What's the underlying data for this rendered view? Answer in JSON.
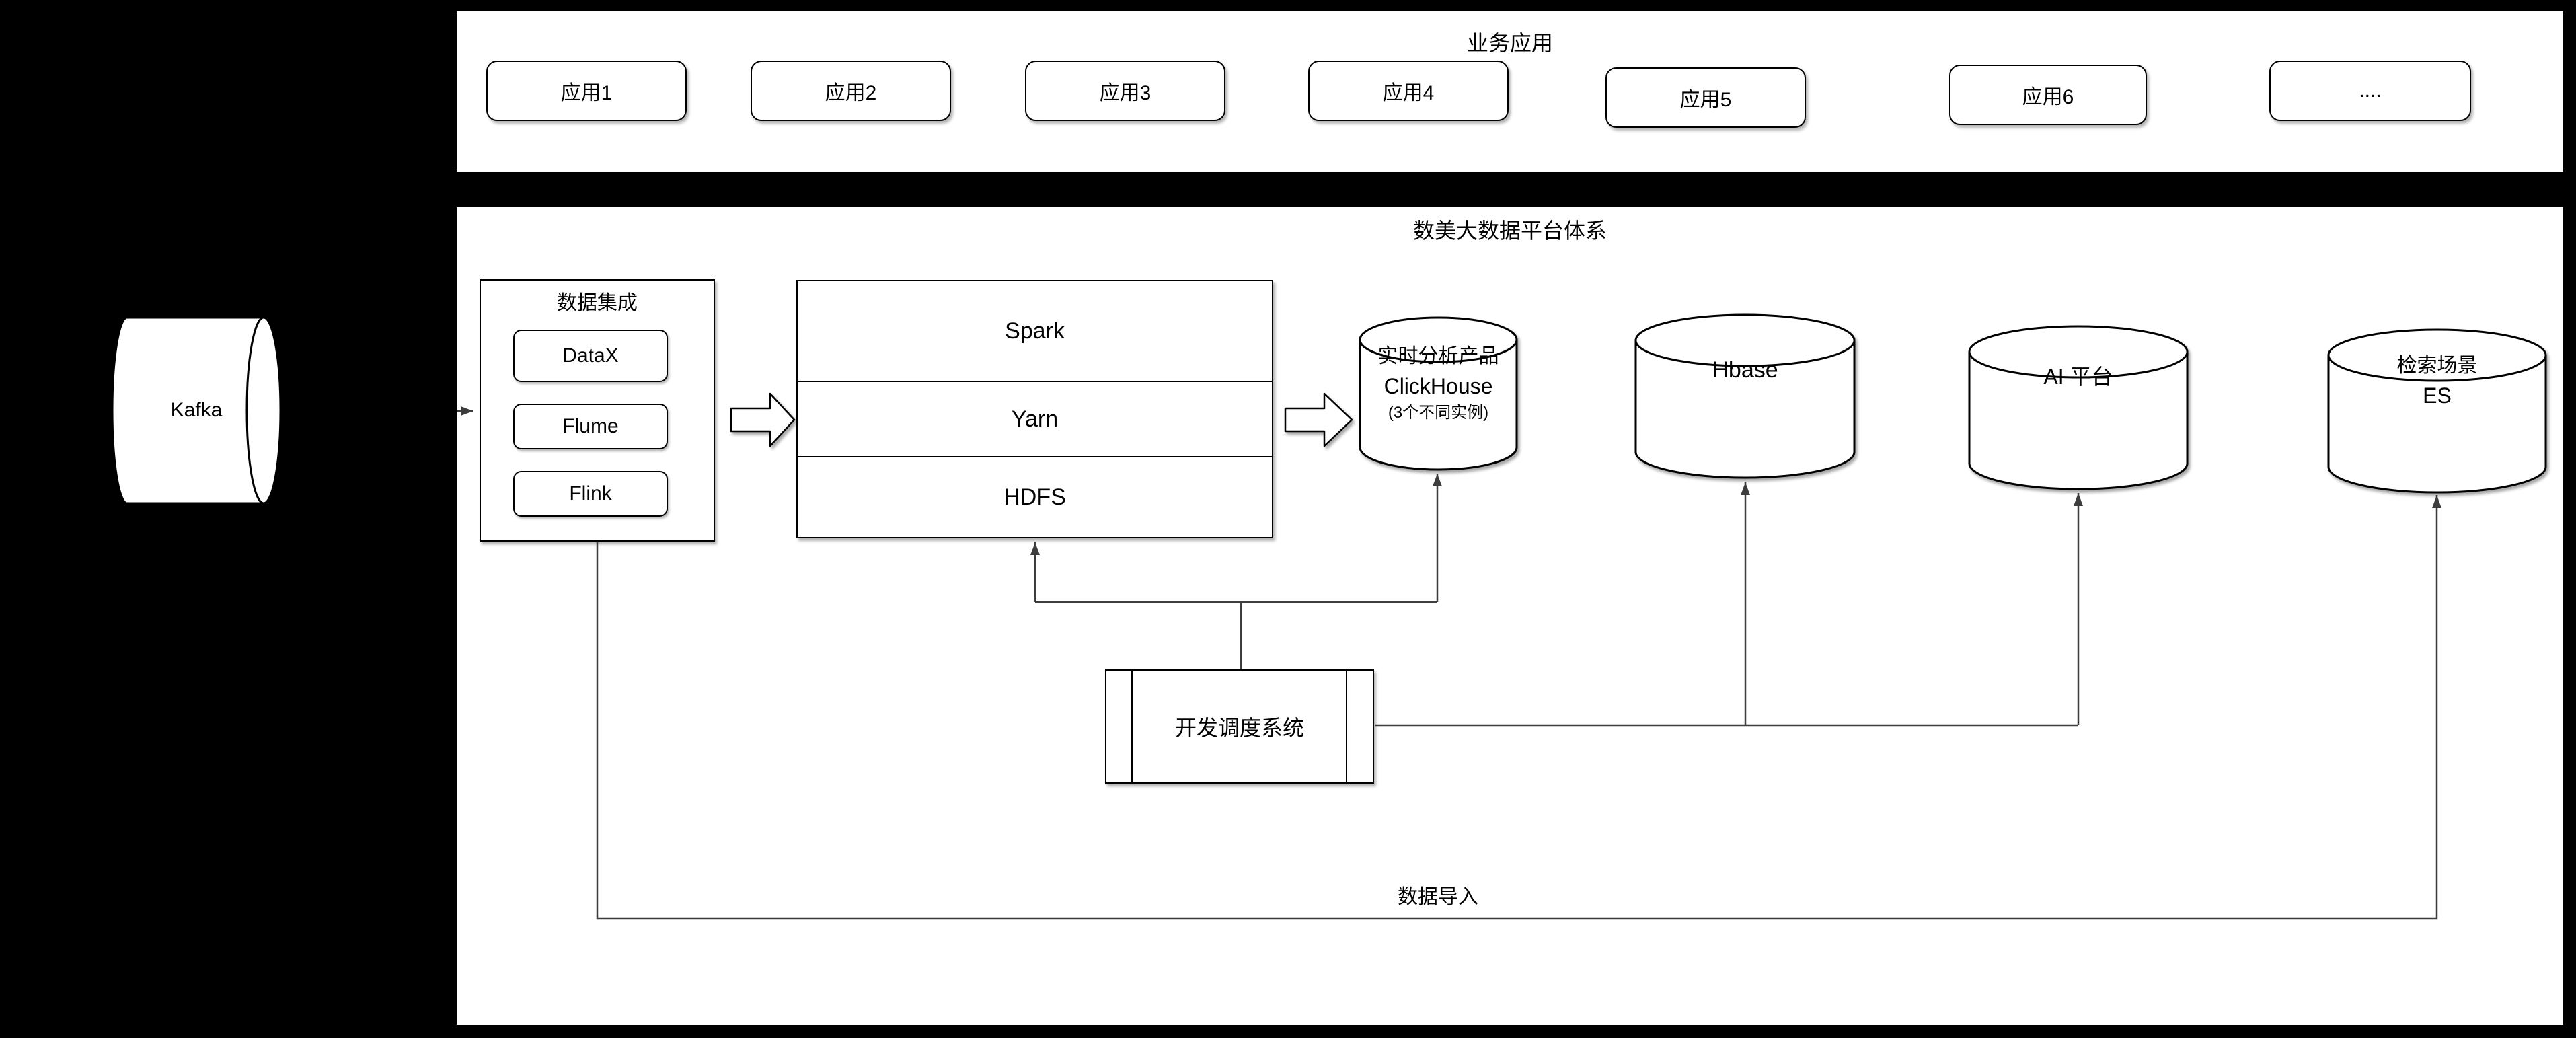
{
  "colors": {
    "background": "#000000",
    "panel_fill": "#ffffff",
    "shape_stroke": "#000000",
    "connector": "#3d3d3d"
  },
  "business_band": {
    "title": "业务应用",
    "apps": [
      "应用1",
      "应用2",
      "应用3",
      "应用4",
      "应用5",
      "应用6",
      "...."
    ]
  },
  "platform": {
    "title": "数美大数据平台体系"
  },
  "kafka": {
    "label": "Kafka"
  },
  "integration": {
    "title": "数据集成",
    "items": [
      "DataX",
      "Flume",
      "Flink"
    ]
  },
  "hadoop_stack": {
    "layers": [
      "Spark",
      "Yarn",
      "HDFS"
    ]
  },
  "clickhouse": {
    "line1": "实时分析产品",
    "line2": "ClickHouse",
    "line3": "(3个不同实例)"
  },
  "hbase": {
    "label": "Hbase"
  },
  "ai_platform": {
    "label": "AI 平台"
  },
  "es": {
    "line1": "检索场景",
    "line2": "ES"
  },
  "scheduler": {
    "label": "开发调度系统"
  },
  "flow": {
    "data_import": "数据导入"
  }
}
